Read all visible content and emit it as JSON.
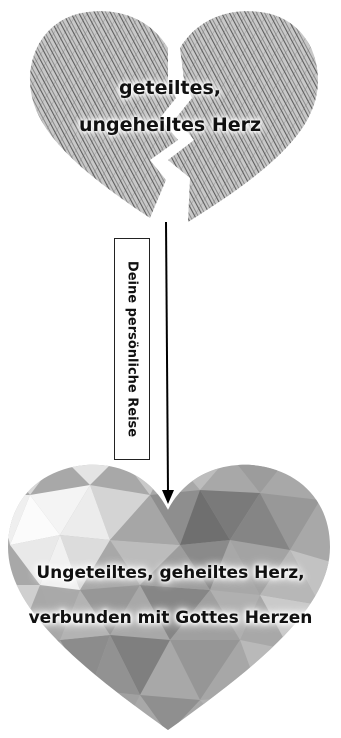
{
  "top_heart": {
    "line1": "geteiltes,",
    "line2": "ungeheiltes Herz"
  },
  "journey": {
    "label": "Deine persönliche Reise"
  },
  "bottom_heart": {
    "line1": "Ungeteiltes, geheiltes Herz,",
    "line2": "verbunden mit Gottes Herzen"
  },
  "colors": {
    "arrow": "#000000",
    "hatch": "#6e6e6e",
    "top_heart_fill": "#bdbdbd",
    "bottom_heart_fill": "#9a9a9a"
  }
}
